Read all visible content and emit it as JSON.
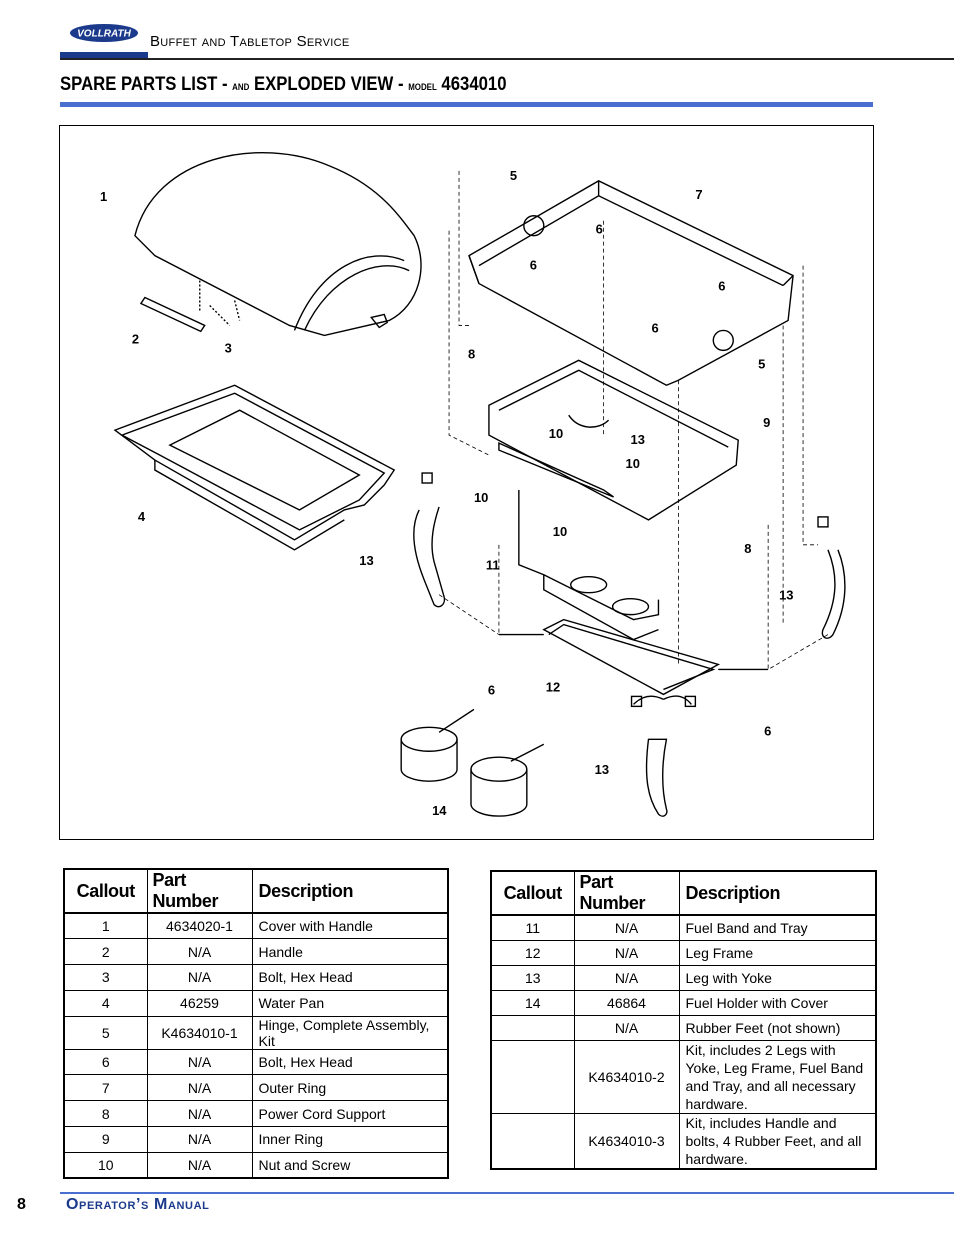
{
  "header": {
    "brand": "VOLLRATH",
    "section": "Buffet and Tabletop Service"
  },
  "title": {
    "part1": "SPARE PARTS LIST - ",
    "and": "and",
    "part2": " EXPLODED VIEW - ",
    "model_word": "model",
    "model_number": " 4634010"
  },
  "diagram": {
    "callouts": [
      "1",
      "2",
      "3",
      "4",
      "5",
      "5",
      "6",
      "6",
      "6",
      "6",
      "6",
      "6",
      "7",
      "8",
      "8",
      "9",
      "10",
      "10",
      "10",
      "10",
      "11",
      "12",
      "13",
      "13",
      "13",
      "13",
      "14"
    ]
  },
  "table1": {
    "headers": [
      "Callout",
      "Part Number",
      "Description"
    ],
    "rows": [
      [
        "1",
        "4634020-1",
        "Cover with Handle"
      ],
      [
        "2",
        "N/A",
        "Handle"
      ],
      [
        "3",
        "N/A",
        "Bolt, Hex Head"
      ],
      [
        "4",
        "46259",
        "Water Pan"
      ],
      [
        "5",
        "K4634010-1",
        "Hinge, Complete Assembly, Kit"
      ],
      [
        "6",
        "N/A",
        "Bolt, Hex Head"
      ],
      [
        "7",
        "N/A",
        "Outer Ring"
      ],
      [
        "8",
        "N/A",
        "Power Cord Support"
      ],
      [
        "9",
        "N/A",
        "Inner Ring"
      ],
      [
        "10",
        "N/A",
        "Nut and Screw"
      ]
    ]
  },
  "table2": {
    "headers": [
      "Callout",
      "Part Number",
      "Description"
    ],
    "rows": [
      [
        "11",
        "N/A",
        "Fuel Band and Tray"
      ],
      [
        "12",
        "N/A",
        "Leg Frame"
      ],
      [
        "13",
        "N/A",
        "Leg with Yoke"
      ],
      [
        "14",
        "46864",
        "Fuel Holder with Cover"
      ],
      [
        "",
        "N/A",
        "Rubber Feet (not shown)"
      ],
      [
        "",
        "K4634010-2",
        "Kit, includes 2 Legs with Yoke, Leg Frame, Fuel Band and Tray, and all necessary hardware."
      ],
      [
        "",
        "K4634010-3",
        "Kit, includes Handle and bolts, 4 Rubber Feet, and all hardware."
      ]
    ]
  },
  "footer": {
    "page_number": "8",
    "manual": "Operator’s Manual"
  }
}
